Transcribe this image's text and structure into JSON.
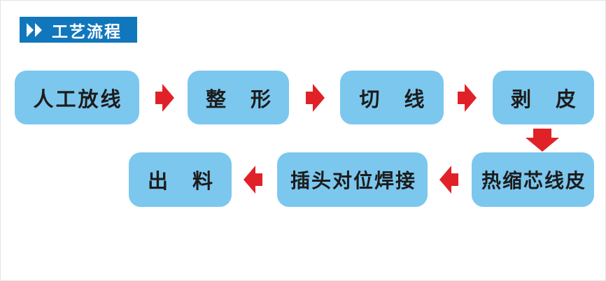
{
  "page_title": "工艺流程",
  "banner": {
    "label": "工艺流程",
    "icon": "double-chevron-right-icon"
  },
  "colors": {
    "banner_blue": "#1177bc",
    "box_blue": "#7cc7ee",
    "arrow_red": "#e02228",
    "box_text": "#1c1c1c",
    "banner_text": "#ffffff",
    "page_border": "#e3e3e3"
  },
  "flow": {
    "steps": [
      {
        "order": 1,
        "label": "人工放线"
      },
      {
        "order": 2,
        "label": "整　形"
      },
      {
        "order": 3,
        "label": "切　线"
      },
      {
        "order": 4,
        "label": "剥　皮"
      },
      {
        "order": 5,
        "label": "热缩芯线皮"
      },
      {
        "order": 6,
        "label": "插头对位焊接"
      },
      {
        "order": 7,
        "label": "出　料"
      }
    ],
    "arrows": [
      {
        "from": "人工放线",
        "to": "整形",
        "direction": "right"
      },
      {
        "from": "整形",
        "to": "切线",
        "direction": "right"
      },
      {
        "from": "切线",
        "to": "剥皮",
        "direction": "right"
      },
      {
        "from": "剥皮",
        "to": "热缩芯线皮",
        "direction": "down"
      },
      {
        "from": "热缩芯线皮",
        "to": "插头对位焊接",
        "direction": "left"
      },
      {
        "from": "插头对位焊接",
        "to": "出料",
        "direction": "left"
      }
    ]
  }
}
